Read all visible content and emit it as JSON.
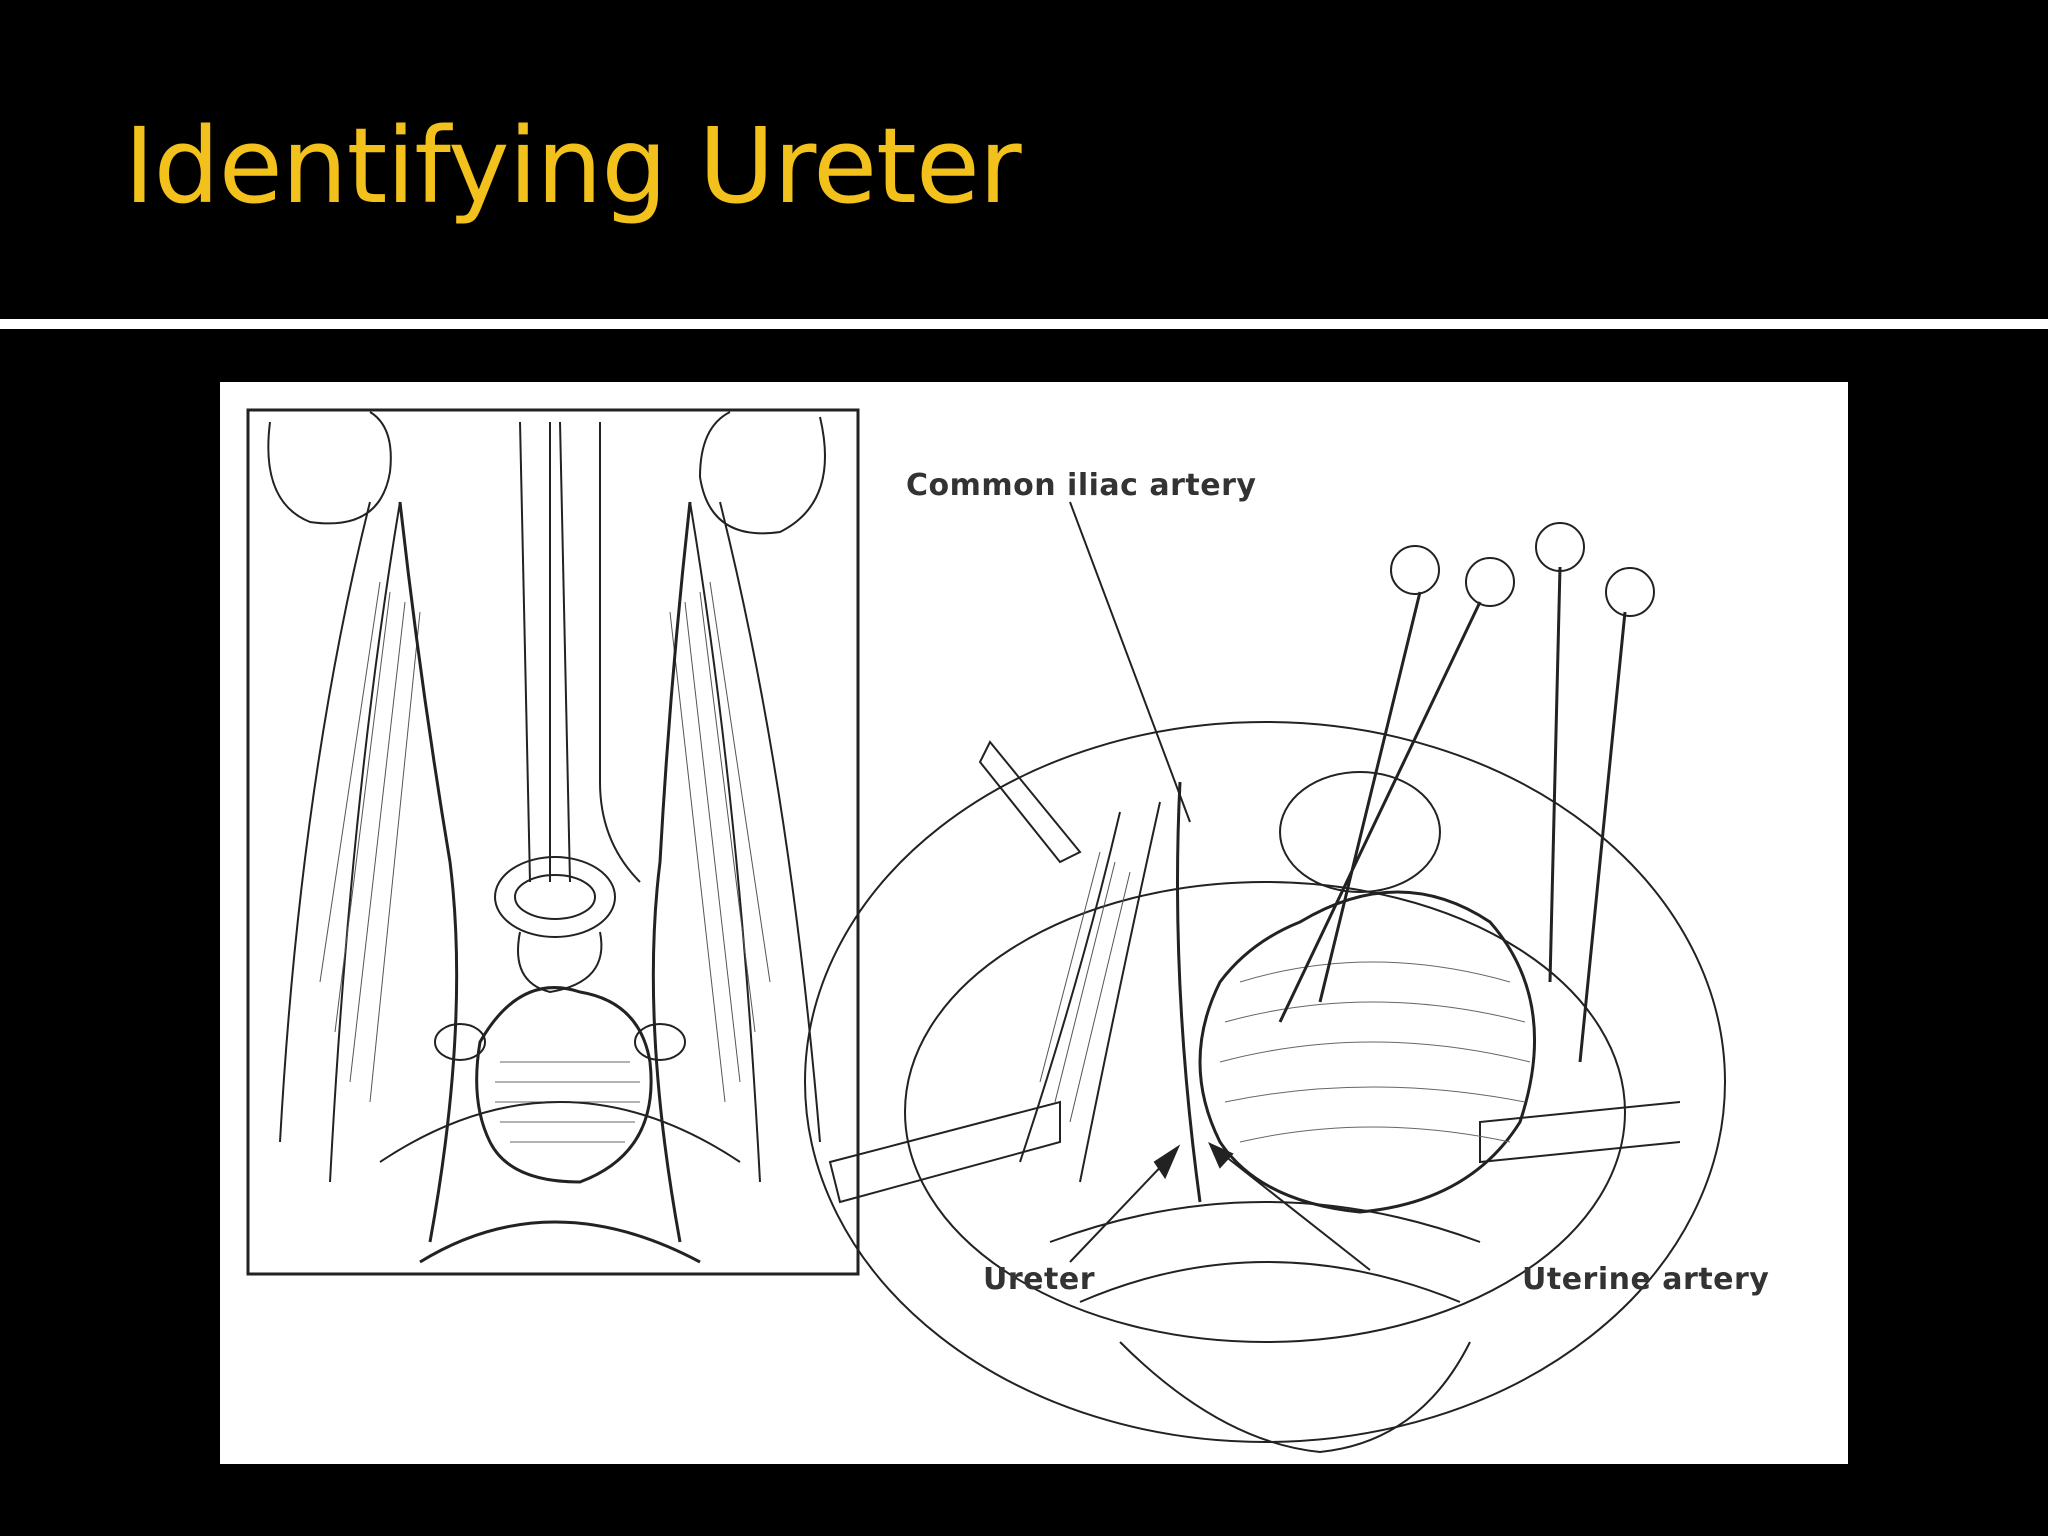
{
  "slide": {
    "title": "Identifying Ureter",
    "title_color": "#F2C11B",
    "background": "#000000"
  },
  "figure": {
    "labels": {
      "common_iliac": "Common iliac artery",
      "ureter": "Ureter",
      "uterine": "Uterine artery"
    }
  }
}
